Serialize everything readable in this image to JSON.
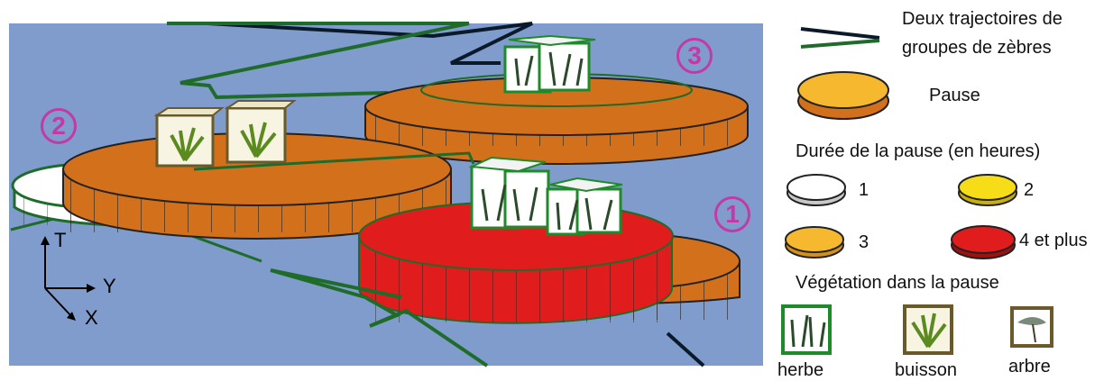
{
  "diagram": {
    "circle_labels": [
      "1",
      "2",
      "3"
    ],
    "axes": {
      "t": "T",
      "y": "Y",
      "x": "X"
    }
  },
  "legend": {
    "trajectories_label": "Deux trajectoires de groupes de zèbres",
    "trajectories_line1": "Deux trajectoires de",
    "trajectories_line2": "groupes de zèbres",
    "pause_label": "Pause",
    "duration_title": "Durée de la pause (en heures)",
    "duration_items": [
      {
        "label": "1",
        "color": "#ffffff"
      },
      {
        "label": "2",
        "color": "#f7dc18"
      },
      {
        "label": "3",
        "color": "#f5b82e"
      },
      {
        "label": "4 et plus",
        "color": "#e01c1c"
      }
    ],
    "vegetation_title": "Végétation dans la pause",
    "vegetation_items": [
      {
        "label": "herbe",
        "icon": "grass-icon"
      },
      {
        "label": "buisson",
        "icon": "bush-icon"
      },
      {
        "label": "arbre",
        "icon": "tree-icon"
      }
    ]
  },
  "colors": {
    "background": "#7f9ccc",
    "trajectory_dark": "#0b1a2a",
    "trajectory_green": "#1f6b2a",
    "orange_pause": "#d2701c",
    "badge": "#c23aa8"
  }
}
